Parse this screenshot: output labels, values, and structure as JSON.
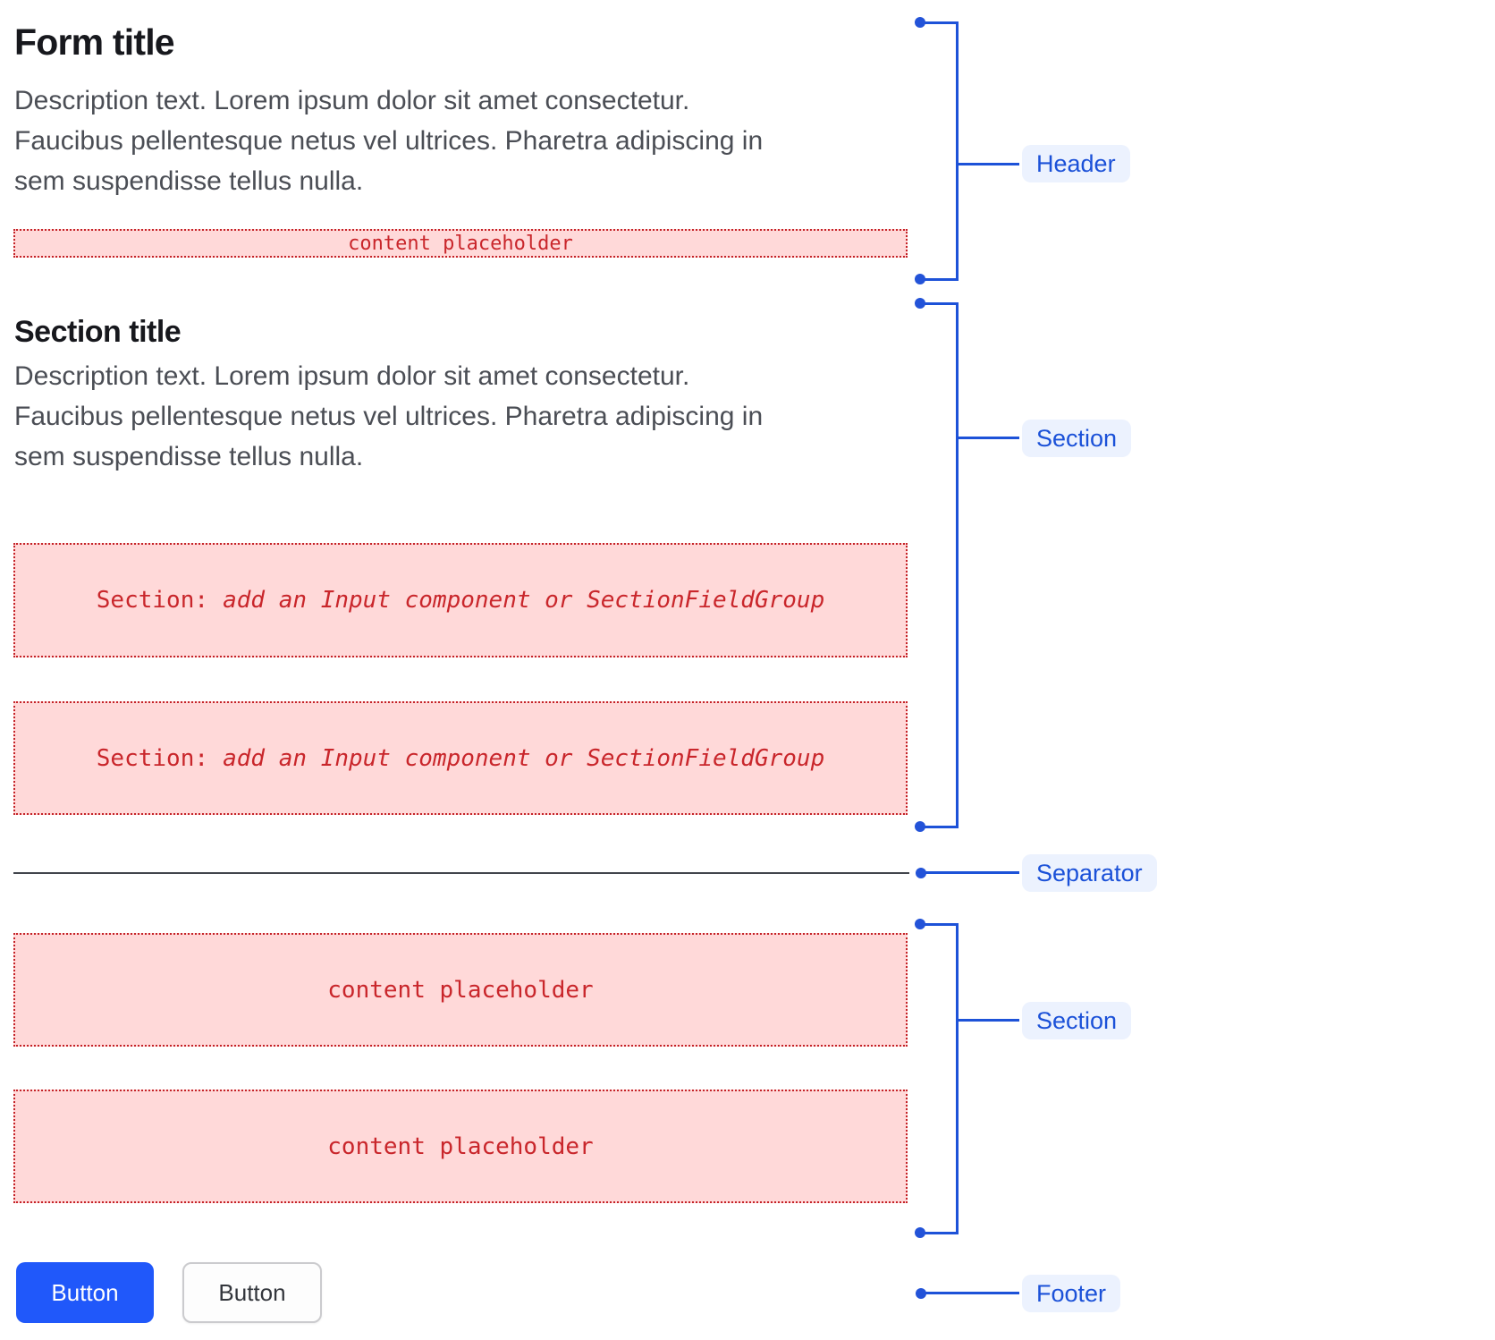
{
  "header": {
    "title": "Form title",
    "description_lines": [
      "Description text. Lorem ipsum dolor sit amet consectetur.",
      "Faucibus pellentesque netus vel ultrices. Pharetra adipiscing in",
      "sem suspendisse tellus nulla."
    ]
  },
  "section": {
    "title": "Section title",
    "description_lines": [
      "Description text. Lorem ipsum dolor sit amet consectetur.",
      "Faucibus pellentesque netus vel ultrices. Pharetra adipiscing in",
      "sem suspendisse tellus nulla."
    ]
  },
  "placeholders": {
    "content": "content placeholder",
    "section_prefix": "Section:",
    "section_rest": "add an Input component or SectionFieldGroup"
  },
  "footer": {
    "primary_button": "Button",
    "secondary_button": "Button"
  },
  "annotations": {
    "header_label": "Header",
    "section_label": "Section",
    "separator_label": "Separator",
    "section2_label": "Section",
    "footer_label": "Footer"
  },
  "colors": {
    "annotation_blue": "#1d52d8",
    "annotation_label_bg": "#ecf2fe",
    "annotation_label_text": "#1b51d8",
    "placeholder_bg": "#ffd9d9",
    "placeholder_border": "#c42227",
    "placeholder_text": "#c9262b",
    "primary_button_bg": "#2058fa",
    "separator_line": "#42454c",
    "title_text": "#17181d",
    "description_text": "#4b4e55"
  }
}
